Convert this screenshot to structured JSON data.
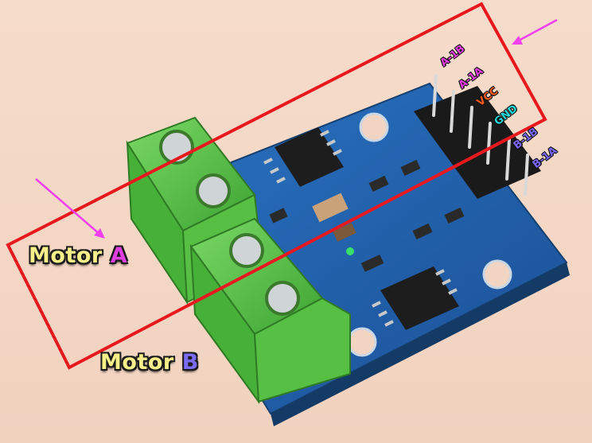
{
  "labels": {
    "motor_a": {
      "text": "Motor",
      "letter": "A",
      "letter_color": "#e040e0"
    },
    "motor_b": {
      "text": "Motor",
      "letter": "B",
      "letter_color": "#7b6cf0"
    }
  },
  "pins": [
    {
      "label": "A-1B",
      "color": "#e53de0"
    },
    {
      "label": "A-1A",
      "color": "#e53de0"
    },
    {
      "label": "VCC",
      "color": "#ff5a1f"
    },
    {
      "label": "GND",
      "color": "#20d6d6"
    },
    {
      "label": "B-1B",
      "color": "#7a66ff"
    },
    {
      "label": "B-1A",
      "color": "#7a66ff"
    }
  ],
  "colors": {
    "highlight_box": "#e8191e",
    "arrow": "#f040f0",
    "board": "#1f5fa8",
    "terminal": "#5cc24a"
  },
  "icons": [
    "arrow-icon",
    "highlight-box"
  ]
}
